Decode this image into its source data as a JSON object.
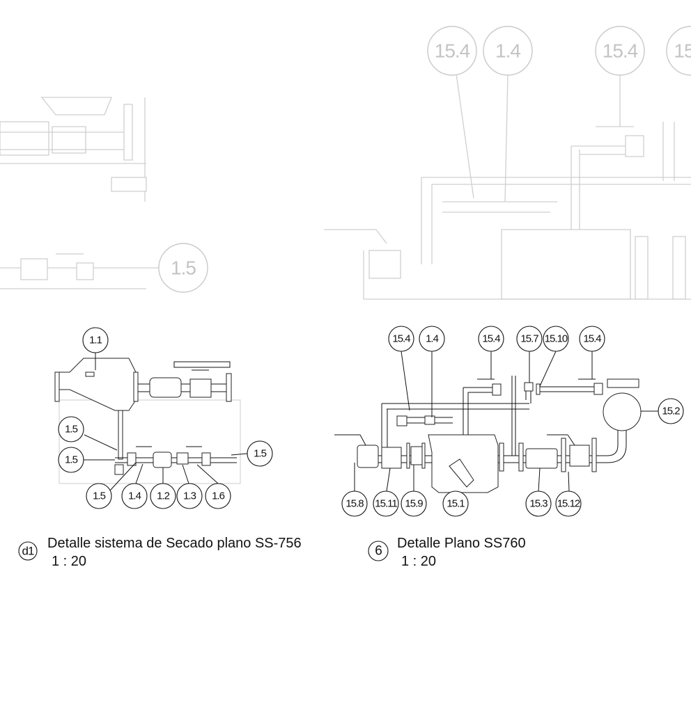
{
  "background_labels": [
    "15.4",
    "1.4",
    "15.4",
    "15",
    "1.5"
  ],
  "detail_d1": {
    "tags": [
      "1.1",
      "1.5",
      "1.5",
      "1.5",
      "1.5",
      "1.4",
      "1.2",
      "1.3",
      "1.6"
    ],
    "marker": "d1",
    "title": "Detalle sistema de Secado plano SS-756",
    "scale": "1 : 20"
  },
  "detail_6": {
    "tags": [
      "15.4",
      "1.4",
      "15.4",
      "15.7",
      "15.10",
      "15.4",
      "15.2",
      "15.8",
      "15.11",
      "15.9",
      "15.1",
      "15.3",
      "15.12"
    ],
    "marker": "6",
    "title": "Detalle Plano SS760",
    "scale": "1 : 20"
  }
}
